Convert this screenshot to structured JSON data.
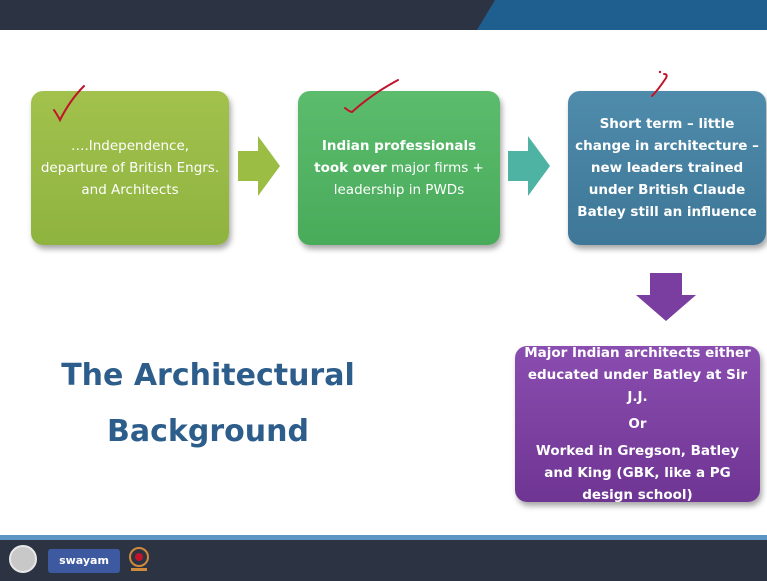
{
  "slide": {
    "title": [
      "The Architectural",
      "Background"
    ],
    "boxes": [
      {
        "text": "….Independence, departure of British Engrs. and Architects"
      },
      {
        "bold": "Indian professionals took over",
        "rest": " major firms + leadership in PWDs"
      },
      {
        "text": "Short term – little change in architecture – new leaders trained under British Claude Batley still an influence"
      },
      {
        "line1": "Major Indian architects either educated under Batley at Sir J.J.",
        "or": "Or",
        "line2": "Worked in Gregson, Batley and King (GBK, like a PG design school)"
      }
    ]
  },
  "colors": {
    "box1": "#98ba46",
    "box2": "#52b463",
    "box3": "#4682a3",
    "box4": "#7d42a3",
    "title": "#2d5e8b"
  },
  "footer": {
    "logos": [
      "nptel-emblem-icon",
      "swayam-logo",
      "nptel-logo"
    ],
    "swayam_label": "swayam"
  }
}
